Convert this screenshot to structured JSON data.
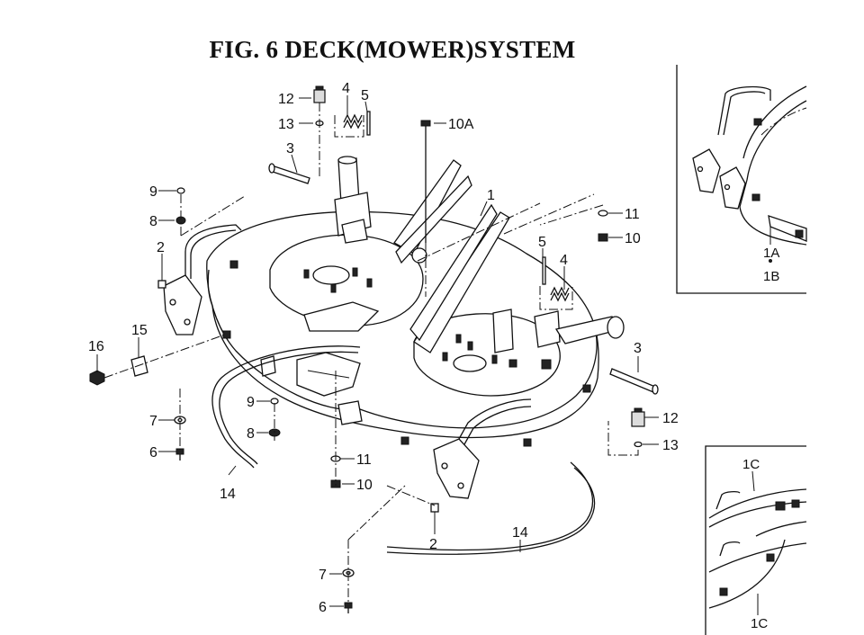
{
  "title": "FIG. 6  DECK(MOWER)SYSTEM",
  "callouts": {
    "c1": "1",
    "c2a": "2",
    "c2b": "2",
    "c3a": "3",
    "c3b": "3",
    "c4a": "4",
    "c4b": "4",
    "c5a": "5",
    "c5b": "5",
    "c6a": "6",
    "c6b": "6",
    "c7a": "7",
    "c7b": "7",
    "c8a": "8",
    "c8b": "8",
    "c9a": "9",
    "c9b": "9",
    "c10a": "10",
    "c10b": "10",
    "c10A": "10A",
    "c11a": "11",
    "c11b": "11",
    "c12a": "12",
    "c12b": "12",
    "c13a": "13",
    "c13b": "13",
    "c14a": "14",
    "c14b": "14",
    "c15": "15",
    "c16": "16"
  },
  "inset_top": {
    "label_a": "1A",
    "label_b": "1B"
  },
  "inset_bottom": {
    "label_top": "1C",
    "label_bottom": "1C"
  }
}
